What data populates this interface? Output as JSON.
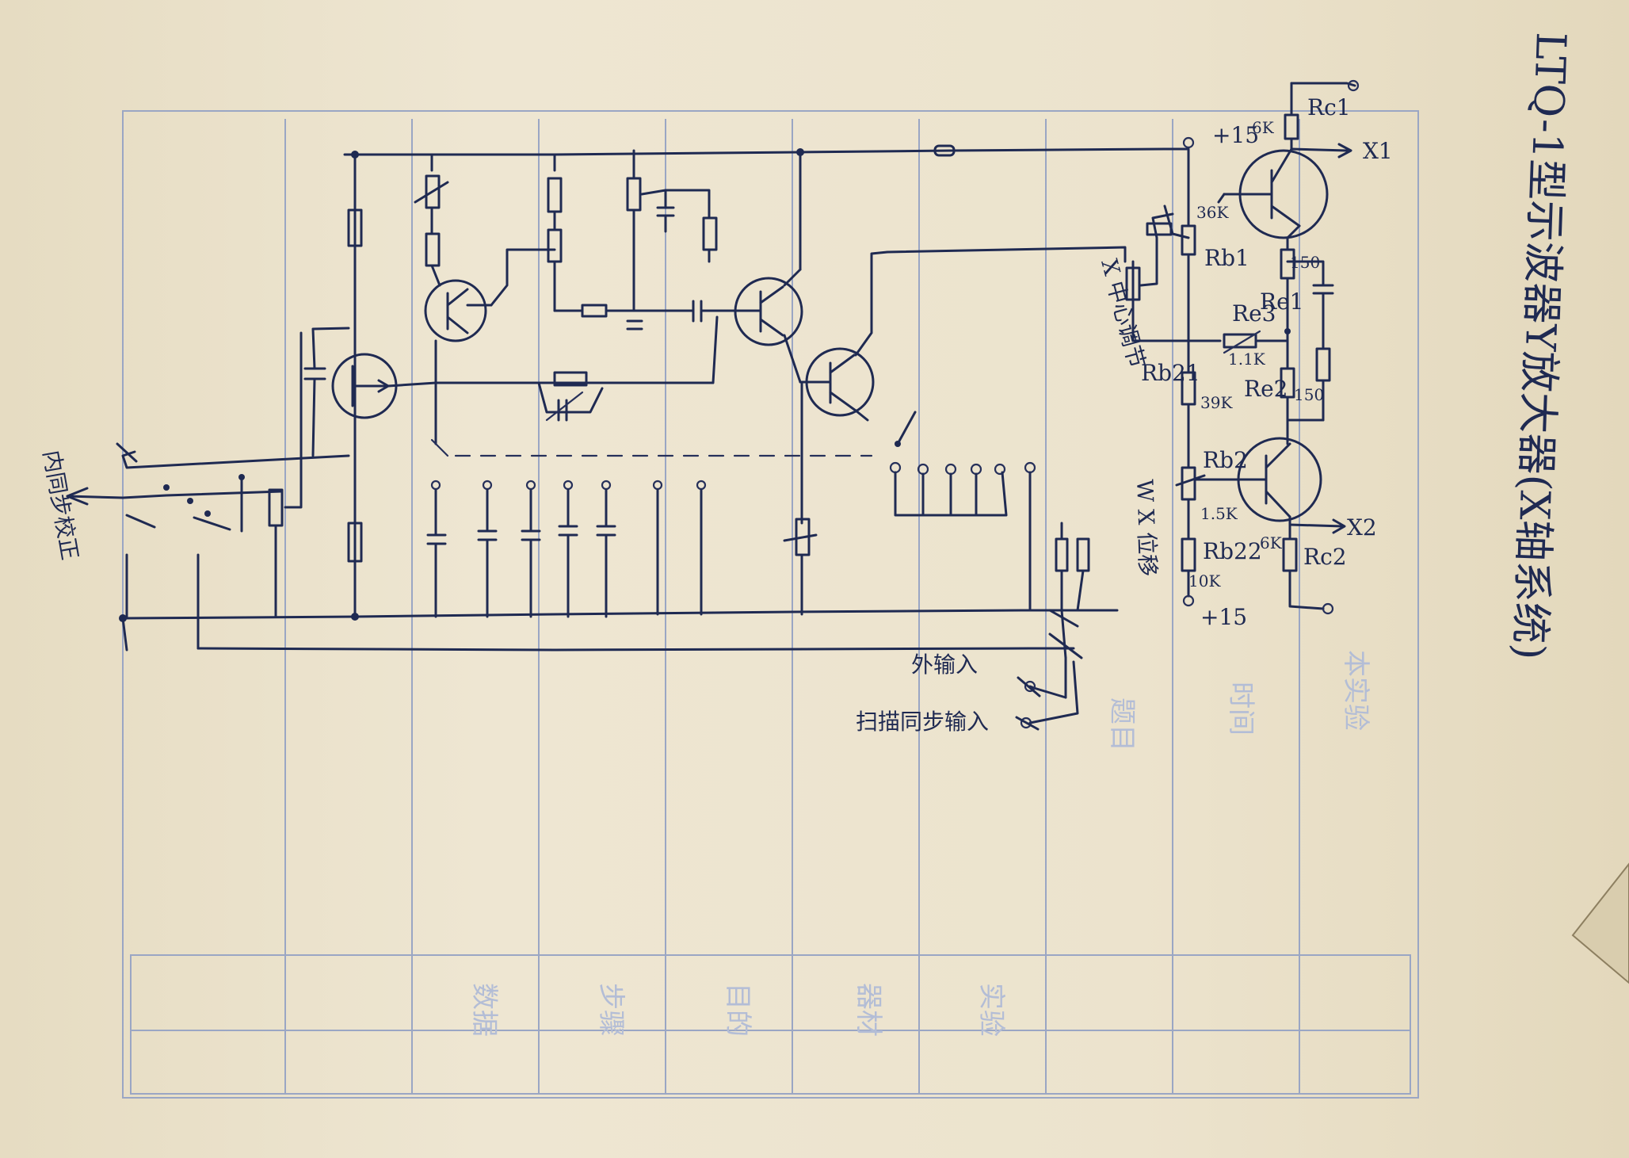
{
  "title": "LTQ-1型示波器Y放大器(X轴系统)",
  "left_note": "内同步校正",
  "labels": {
    "plus15_top": "+15",
    "plus15_bottom": "+15",
    "x1": "X1",
    "x2": "X2",
    "rc1": "Rc1",
    "rc2": "Rc2",
    "r6k_top": "6K",
    "r6k_bottom": "6K",
    "r36k": "36K",
    "rb1": "Rb1",
    "re1": "Re1",
    "re3": "Re3",
    "r150_top": "150",
    "r150_bottom": "150",
    "r11k": "1.1K",
    "re2": "Re2",
    "rb21": "Rb21",
    "r39k": "39K",
    "rb2": "Rb2",
    "r15k": "1.5K",
    "rb22": "Rb22",
    "r10k": "10K",
    "x_centering": "X 中心调节",
    "w_position": "W X 位移",
    "ext_input": "外输入",
    "sweep_input": "扫描同步输入"
  },
  "ghost": {
    "col1": "本实验",
    "col2": "时间",
    "col3": "题目",
    "col4": "实验",
    "col5": "器材",
    "col6": "目的",
    "col7": "步骤",
    "col8": "数据"
  },
  "ink_color": "#1f2a52",
  "ghost_color": "#b3bdd6",
  "paper_color": "#ebe2cb"
}
